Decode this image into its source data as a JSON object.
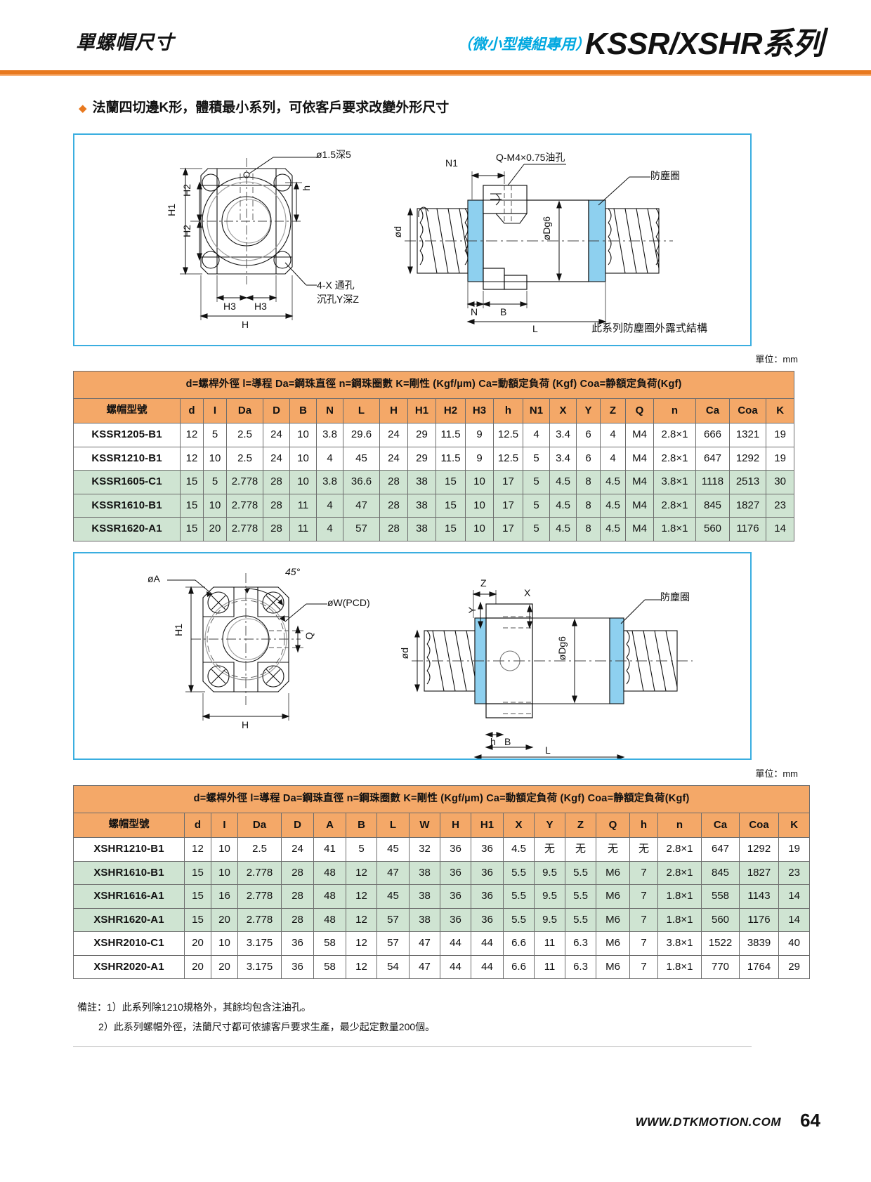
{
  "header": {
    "title": "單螺帽尺寸",
    "subtitle": "（微小型模組專用）",
    "series": "KSSR/XSHR系列"
  },
  "bullet": {
    "text": "法蘭四切邊K形，體積最小系列，可依客戶要求改變外形尺寸"
  },
  "diagram1": {
    "labels": {
      "hole_note": "ø1.5深5",
      "h1": "H1",
      "h2a": "H2",
      "h2b": "H2",
      "h3a": "H3",
      "h3b": "H3",
      "h_small": "h",
      "h_total": "H",
      "through_hole_1": "4-X 通孔",
      "through_hole_2": "沉孔Y深Z",
      "n1": "N1",
      "oil_hole": "Q-M4×0.75油孔",
      "dust_ring": "防塵圈",
      "od": "ød",
      "dg6": "øDg6",
      "n": "N",
      "b": "B",
      "l": "L",
      "footnote": "此系列防塵圈外露式結構"
    }
  },
  "diagram2": {
    "labels": {
      "oa": "øA",
      "angle": "45°",
      "pcd": "øW(PCD)",
      "h1": "H1",
      "q": "Q",
      "h_total": "H",
      "z": "Z",
      "x": "X",
      "y": "Y",
      "dust_ring": "防塵圈",
      "od": "ød",
      "dg6": "øDg6",
      "h_small": "h",
      "b": "B",
      "l": "L"
    }
  },
  "unit_label_1": "單位：mm",
  "unit_label_2": "單位：mm",
  "table1": {
    "caption": "d=螺桿外徑  l=導程  Da=鋼珠直徑  n=鋼珠圈數  K=剛性 (Kgf/µm)  Ca=動額定負荷 (Kgf)  Coa=静額定負荷(Kgf)",
    "columns": [
      "螺帽型號",
      "d",
      "I",
      "Da",
      "D",
      "B",
      "N",
      "L",
      "H",
      "H1",
      "H2",
      "H3",
      "h",
      "N1",
      "X",
      "Y",
      "Z",
      "Q",
      "n",
      "Ca",
      "Coa",
      "K"
    ],
    "rows": [
      {
        "shaded": false,
        "cells": [
          "KSSR1205-B1",
          "12",
          "5",
          "2.5",
          "24",
          "10",
          "3.8",
          "29.6",
          "24",
          "29",
          "11.5",
          "9",
          "12.5",
          "4",
          "3.4",
          "6",
          "4",
          "M4",
          "2.8×1",
          "666",
          "1321",
          "19"
        ]
      },
      {
        "shaded": false,
        "cells": [
          "KSSR1210-B1",
          "12",
          "10",
          "2.5",
          "24",
          "10",
          "4",
          "45",
          "24",
          "29",
          "11.5",
          "9",
          "12.5",
          "5",
          "3.4",
          "6",
          "4",
          "M4",
          "2.8×1",
          "647",
          "1292",
          "19"
        ]
      },
      {
        "shaded": true,
        "cells": [
          "KSSR1605-C1",
          "15",
          "5",
          "2.778",
          "28",
          "10",
          "3.8",
          "36.6",
          "28",
          "38",
          "15",
          "10",
          "17",
          "5",
          "4.5",
          "8",
          "4.5",
          "M4",
          "3.8×1",
          "1118",
          "2513",
          "30"
        ]
      },
      {
        "shaded": true,
        "cells": [
          "KSSR1610-B1",
          "15",
          "10",
          "2.778",
          "28",
          "11",
          "4",
          "47",
          "28",
          "38",
          "15",
          "10",
          "17",
          "5",
          "4.5",
          "8",
          "4.5",
          "M4",
          "2.8×1",
          "845",
          "1827",
          "23"
        ]
      },
      {
        "shaded": true,
        "cells": [
          "KSSR1620-A1",
          "15",
          "20",
          "2.778",
          "28",
          "11",
          "4",
          "57",
          "28",
          "38",
          "15",
          "10",
          "17",
          "5",
          "4.5",
          "8",
          "4.5",
          "M4",
          "1.8×1",
          "560",
          "1176",
          "14"
        ]
      }
    ]
  },
  "table2": {
    "caption": "d=螺桿外徑  l=導程  Da=鋼珠直徑  n=鋼珠圈數  K=剛性 (Kgf/µm)  Ca=動額定負荷 (Kgf)  Coa=静額定負荷(Kgf)",
    "columns": [
      "螺帽型號",
      "d",
      "I",
      "Da",
      "D",
      "A",
      "B",
      "L",
      "W",
      "H",
      "H1",
      "X",
      "Y",
      "Z",
      "Q",
      "h",
      "n",
      "Ca",
      "Coa",
      "K"
    ],
    "rows": [
      {
        "shaded": false,
        "cells": [
          "XSHR1210-B1",
          "12",
          "10",
          "2.5",
          "24",
          "41",
          "5",
          "45",
          "32",
          "36",
          "36",
          "4.5",
          "无",
          "无",
          "无",
          "无",
          "2.8×1",
          "647",
          "1292",
          "19"
        ]
      },
      {
        "shaded": true,
        "cells": [
          "XSHR1610-B1",
          "15",
          "10",
          "2.778",
          "28",
          "48",
          "12",
          "47",
          "38",
          "36",
          "36",
          "5.5",
          "9.5",
          "5.5",
          "M6",
          "7",
          "2.8×1",
          "845",
          "1827",
          "23"
        ]
      },
      {
        "shaded": true,
        "cells": [
          "XSHR1616-A1",
          "15",
          "16",
          "2.778",
          "28",
          "48",
          "12",
          "45",
          "38",
          "36",
          "36",
          "5.5",
          "9.5",
          "5.5",
          "M6",
          "7",
          "1.8×1",
          "558",
          "1143",
          "14"
        ]
      },
      {
        "shaded": true,
        "cells": [
          "XSHR1620-A1",
          "15",
          "20",
          "2.778",
          "28",
          "48",
          "12",
          "57",
          "38",
          "36",
          "36",
          "5.5",
          "9.5",
          "5.5",
          "M6",
          "7",
          "1.8×1",
          "560",
          "1176",
          "14"
        ]
      },
      {
        "shaded": false,
        "cells": [
          "XSHR2010-C1",
          "20",
          "10",
          "3.175",
          "36",
          "58",
          "12",
          "57",
          "47",
          "44",
          "44",
          "6.6",
          "11",
          "6.3",
          "M6",
          "7",
          "3.8×1",
          "1522",
          "3839",
          "40"
        ]
      },
      {
        "shaded": false,
        "cells": [
          "XSHR2020-A1",
          "20",
          "20",
          "3.175",
          "36",
          "58",
          "12",
          "54",
          "47",
          "44",
          "44",
          "6.6",
          "11",
          "6.3",
          "M6",
          "7",
          "1.8×1",
          "770",
          "1764",
          "29"
        ]
      }
    ]
  },
  "remarks": {
    "line1": "備註：1）此系列除1210規格外，其餘均包含注油孔。",
    "line2": "2）此系列螺帽外徑，法蘭尺寸都可依據客戶要求生產，最少起定數量200個。"
  },
  "footer": {
    "url": "WWW.DTKMOTION.COM",
    "page": "64"
  },
  "colors": {
    "accent_orange": "#e8791f",
    "table_header": "#f4a868",
    "row_shade": "#cfe4d2",
    "panel_border": "#3aaee0",
    "cyan_text": "#00a8e0",
    "part_fill": "#8ed0ef"
  }
}
